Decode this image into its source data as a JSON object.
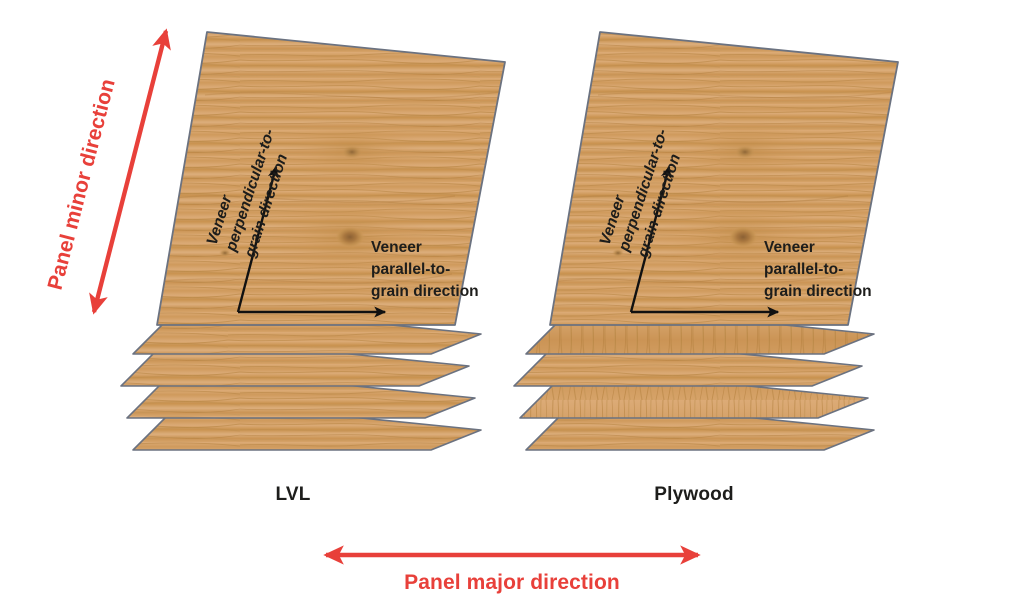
{
  "figure": {
    "background_color": "#ffffff",
    "accent_color": "#e8403a",
    "outline_color": "#6b7280",
    "wood_base_color": "#cf9a5c",
    "wood_light_color": "#e3bb8a",
    "wood_dark_color": "#b5803f",
    "annotation_color": "#1d1d1b"
  },
  "global_arrows": {
    "minor": {
      "label": "Panel minor direction",
      "orientation": "diagonal-vertical",
      "double_headed": true,
      "color": "#e8403a"
    },
    "major": {
      "label": "Panel major direction",
      "orientation": "horizontal",
      "double_headed": true,
      "color": "#e8403a"
    }
  },
  "panels": [
    {
      "id": "lvl",
      "name": "LVL",
      "layer_count": 5,
      "layer_grain": [
        "parallel",
        "parallel",
        "parallel",
        "parallel",
        "parallel"
      ],
      "annotations": {
        "perpendicular": {
          "line1": "Veneer",
          "line2": "perpendicular-to-",
          "line3": "grain direction"
        },
        "parallel": {
          "line1": "Veneer",
          "line2": "parallel-to-",
          "line3": "grain direction"
        }
      }
    },
    {
      "id": "plywood",
      "name": "Plywood",
      "layer_count": 5,
      "layer_grain": [
        "parallel",
        "perpendicular",
        "parallel",
        "perpendicular",
        "parallel"
      ],
      "annotations": {
        "perpendicular": {
          "line1": "Veneer",
          "line2": "perpendicular-to-",
          "line3": "grain direction"
        },
        "parallel": {
          "line1": "Veneer",
          "line2": "parallel-to-",
          "line3": "grain direction"
        }
      }
    }
  ]
}
